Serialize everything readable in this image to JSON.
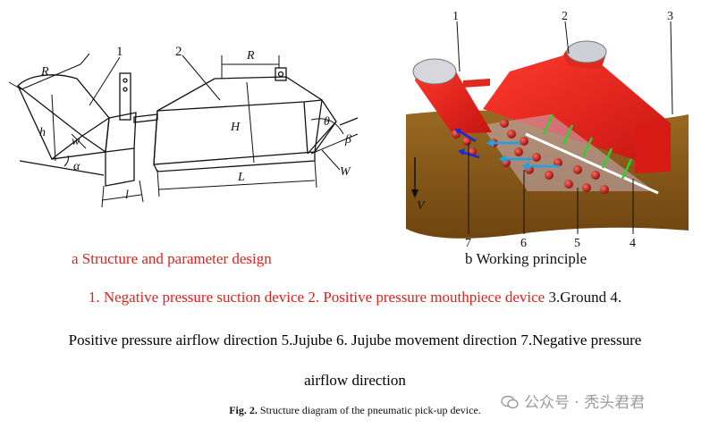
{
  "panel_a": {
    "part_labels": [
      "1",
      "2"
    ],
    "dimension_labels": {
      "R_left": "R",
      "R_top": "R",
      "h": "h",
      "w": "w",
      "alpha": "α",
      "l": "l",
      "H": "H",
      "L": "L",
      "theta": "θ",
      "beta": "β",
      "W": "W"
    },
    "caption": "a Structure and parameter design"
  },
  "panel_b": {
    "part_labels_top": [
      "1",
      "2",
      "3"
    ],
    "part_labels_bottom": [
      "7",
      "6",
      "5",
      "4"
    ],
    "velocity_label": "V",
    "caption": "b Working principle"
  },
  "legend": {
    "line1_red": "1. Negative pressure suction device 2. Positive pressure mouthpiece device",
    "line1_black": " 3.Ground 4.",
    "line2": "Positive pressure airflow direction 5.Jujube 6. Jujube movement direction 7.Negative pressure",
    "line3": "airflow direction"
  },
  "figure_caption": {
    "label": "Fig. 2.",
    "text": " Structure diagram of the pneumatic pick-up device."
  },
  "watermark": {
    "text": "公众号 · 秃头君君"
  },
  "colors": {
    "caption_red": "#e3201b",
    "device_red": "#e8201c",
    "ground_brown": "#8a5a1a",
    "positive_airflow": "#2fd02f",
    "movement_arrow": "#1aa3e6",
    "negative_airflow": "#1a2ad8",
    "jujube": "#b3121a"
  }
}
